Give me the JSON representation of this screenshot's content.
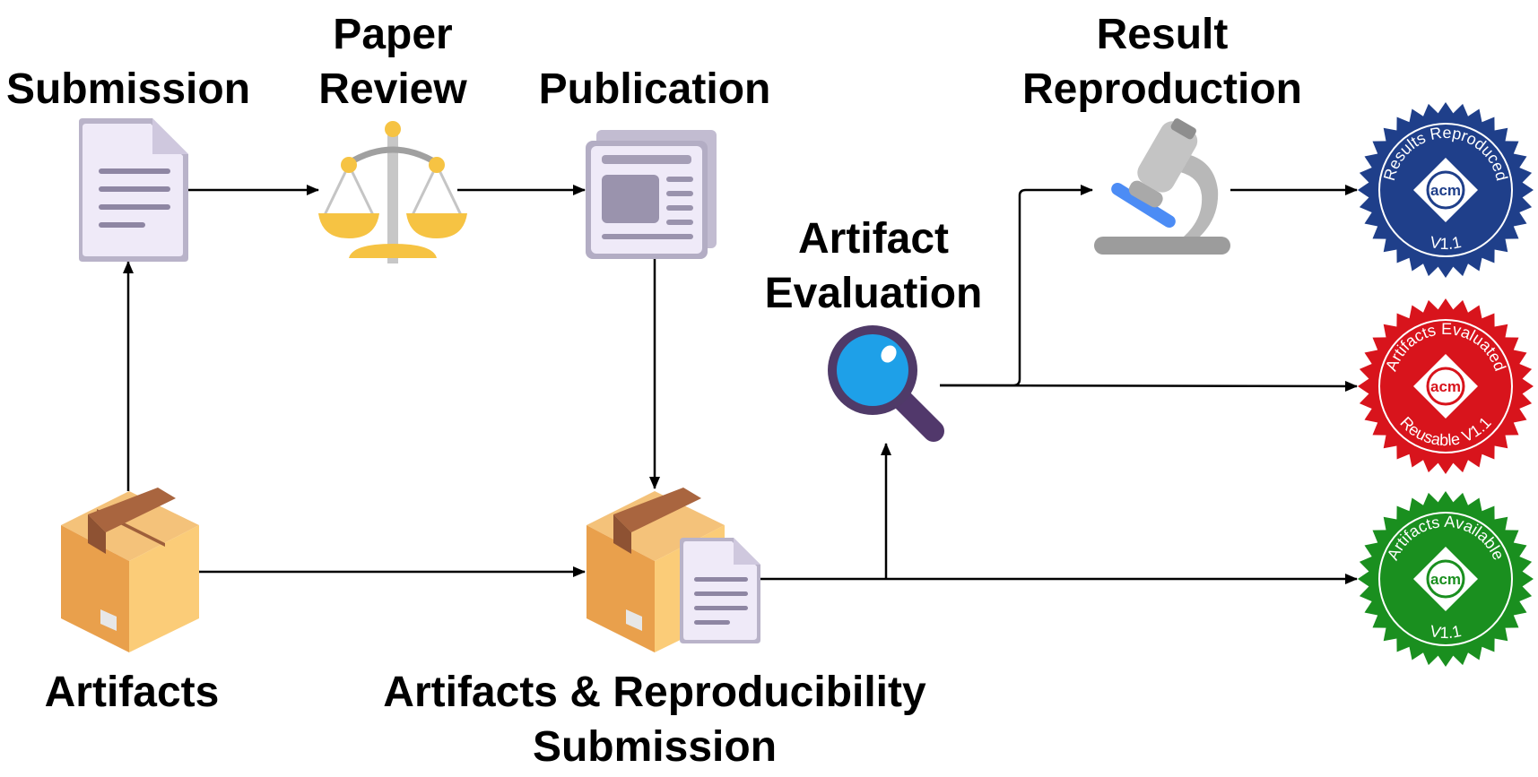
{
  "labels": {
    "submission": "Submission",
    "paper_review_line1": "Paper",
    "paper_review_line2": "Review",
    "publication": "Publication",
    "result_reproduction_line1": "Result",
    "result_reproduction_line2": "Reproduction",
    "artifact_evaluation_line1": "Artifact",
    "artifact_evaluation_line2": "Evaluation",
    "artifacts": "Artifacts",
    "ars_line1": "Artifacts & Reproducibility",
    "ars_line2": "Submission"
  },
  "badges": [
    {
      "name": "results-reproduced",
      "top_text": "Results Reproduced",
      "bottom_text": "V1.1",
      "logo": "acm",
      "color": "#1f3f8a"
    },
    {
      "name": "artifacts-evaluated",
      "top_text": "Artifacts Evaluated",
      "bottom_text": "Reusable V1.1",
      "logo": "acm",
      "color": "#d8141c"
    },
    {
      "name": "artifacts-available",
      "top_text": "Artifacts Available",
      "bottom_text": "V1.1",
      "logo": "acm",
      "color": "#1a8f1f"
    }
  ],
  "icons": {
    "submission": "document-icon",
    "paper_review": "scales-icon",
    "publication": "newspaper-icon",
    "result_reproduction": "microscope-icon",
    "artifact_evaluation": "magnifier-icon",
    "artifacts": "box-icon",
    "ars": "box-with-document-icon"
  }
}
